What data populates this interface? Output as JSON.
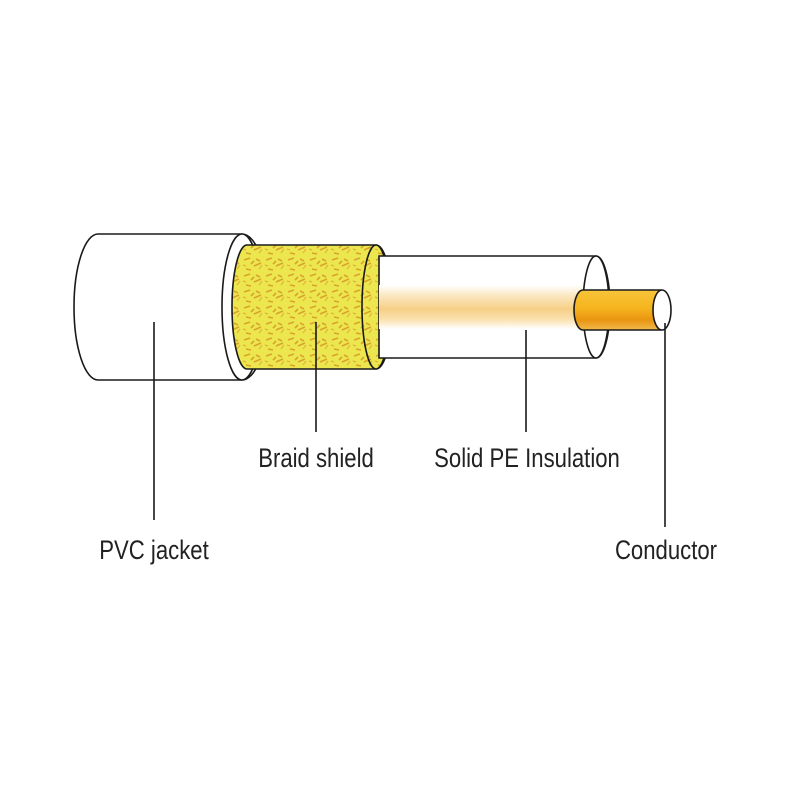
{
  "labels": {
    "jacket": "PVC jacket",
    "braid": "Braid shield",
    "insulation": "Solid PE Insulation",
    "conductor": "Conductor"
  },
  "colors": {
    "outline": "#1a1a1a",
    "background": "#ffffff",
    "braid": "#e8e04a",
    "braid_hatch": "#d9a42c",
    "conductor": "#f2a51e",
    "conductor_core": "#f7d27a",
    "insulation_core": "#f6d9a0"
  }
}
